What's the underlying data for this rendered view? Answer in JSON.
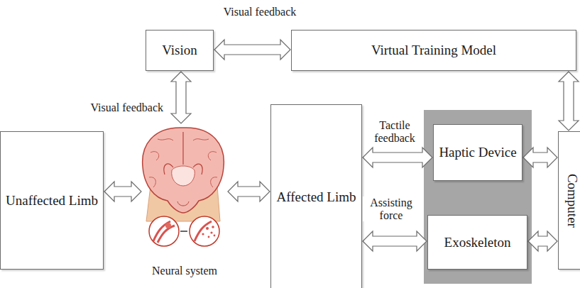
{
  "diagram": {
    "nodes": [
      {
        "text": [
          "Vision"
        ]
      },
      {
        "text": [
          "Virtual Training Model"
        ]
      },
      {
        "text": [
          "Unaffected Limb"
        ]
      },
      {
        "text": [
          "Neural system"
        ]
      },
      {
        "text": [
          "Affected Limb"
        ]
      },
      {
        "text": [
          "Haptic Device"
        ]
      },
      {
        "text": [
          "Exoskeleton"
        ]
      },
      {
        "text": [
          "Computer"
        ]
      }
    ],
    "edges": [
      {
        "from": 0,
        "to": 1,
        "arrow": "both",
        "label": "Visual feedback"
      },
      {
        "from": 0,
        "to": 3,
        "arrow": "both",
        "label": "Visual feedback"
      },
      {
        "from": 2,
        "to": 3,
        "arrow": "both"
      },
      {
        "from": 3,
        "to": 4,
        "arrow": "both"
      },
      {
        "from": 4,
        "to": 5,
        "arrow": "both",
        "label": "Tactile feedback"
      },
      {
        "from": 4,
        "to": 6,
        "arrow": "both",
        "label": "Assisting force"
      },
      {
        "from": 5,
        "to": 7,
        "arrow": "both"
      },
      {
        "from": 6,
        "to": 7,
        "arrow": "both"
      },
      {
        "from": 1,
        "to": 7,
        "arrow": "both"
      }
    ]
  }
}
